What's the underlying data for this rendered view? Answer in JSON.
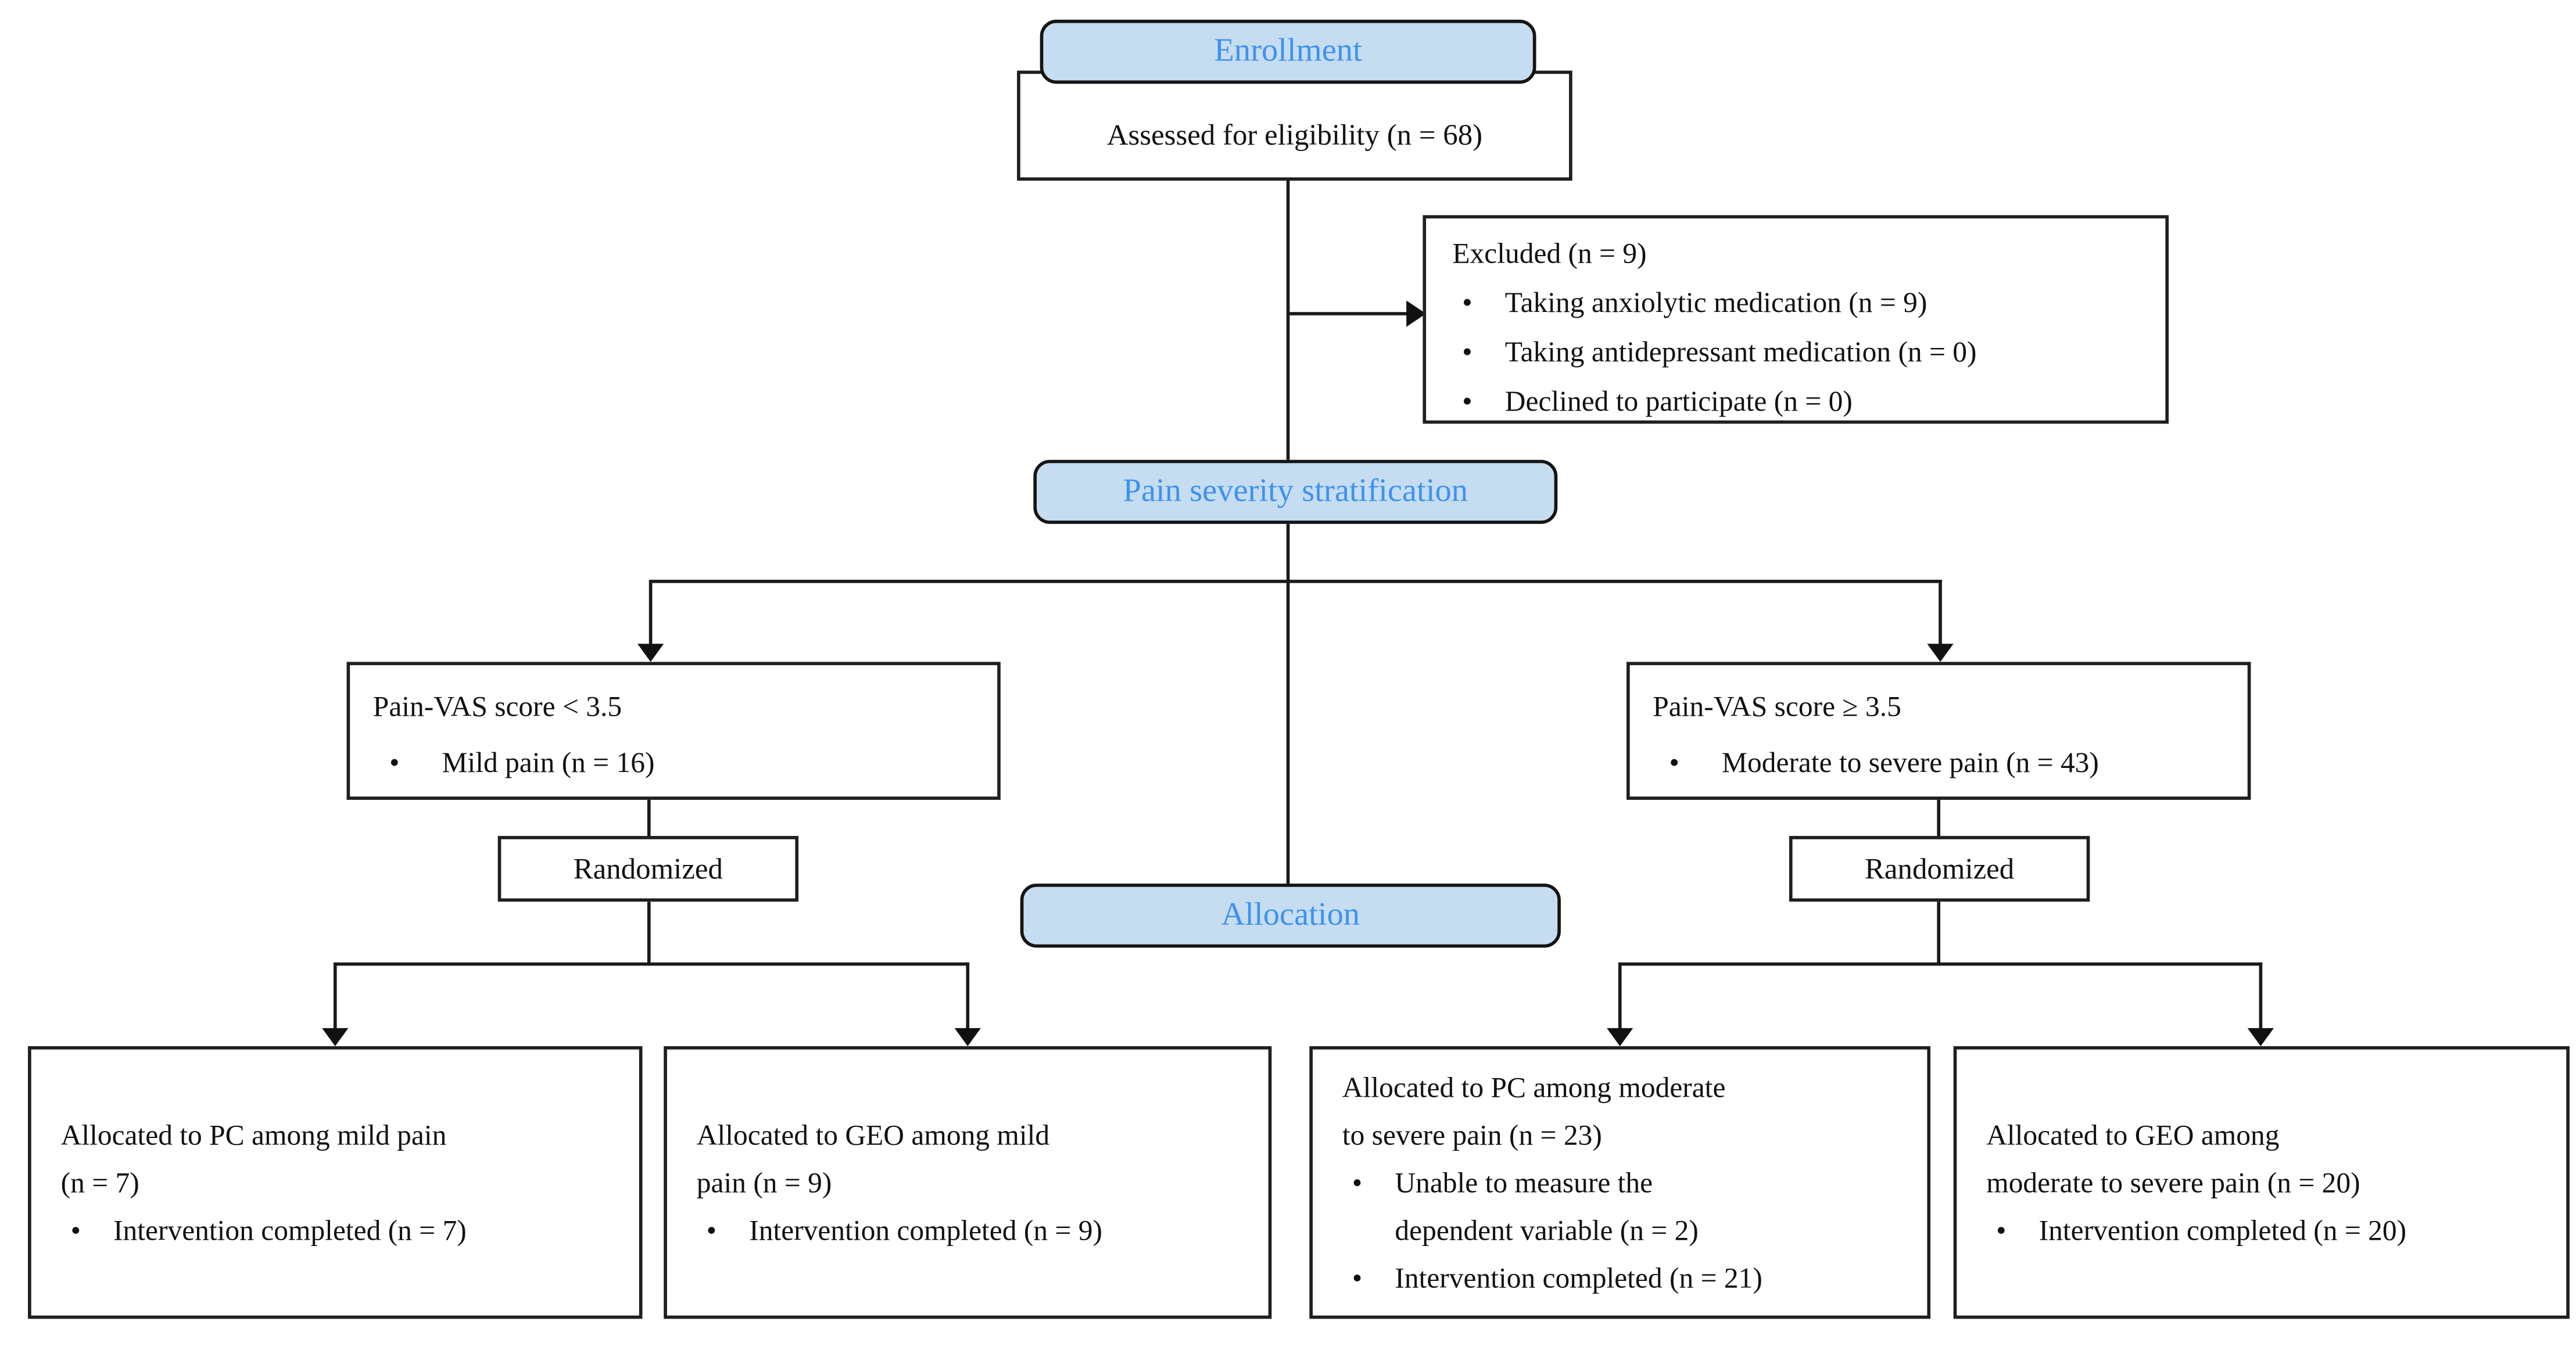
{
  "palette": {
    "pill_bg": "#C5DCF1",
    "pill_text": "#3E92ED",
    "box_border": "#1F1F1F",
    "line_color": "#1A1A1A",
    "page_bg": "#FFFFFF"
  },
  "glyphs": {
    "bullet": "•"
  },
  "pills": {
    "enrollment": "Enrollment",
    "stratification": "Pain severity stratification",
    "allocation": "Allocation"
  },
  "assessed": {
    "text": "Assessed for eligibility (n = 68)"
  },
  "excluded": {
    "title": "Excluded (n = 9)",
    "bullets": [
      "Taking anxiolytic medication (n = 9)",
      "Taking antidepressant medication (n = 0)",
      "Declined to participate (n = 0)"
    ]
  },
  "strata": {
    "mild": {
      "title": "Pain-VAS score < 3.5",
      "bullets": [
        "Mild pain (n = 16)"
      ]
    },
    "severe": {
      "title": "Pain-VAS score ≥ 3.5",
      "bullets": [
        "Moderate to severe pain (n = 43)"
      ]
    }
  },
  "randomized": {
    "left": "Randomized",
    "right": "Randomized"
  },
  "alloc": [
    {
      "title_lines": [
        "Allocated to PC among mild pain",
        "(n = 7)"
      ],
      "bullets": [
        [
          "Intervention completed (n = 7)"
        ]
      ]
    },
    {
      "title_lines": [
        "Allocated to GEO among mild",
        "pain (n = 9)"
      ],
      "bullets": [
        [
          "Intervention completed (n = 9)"
        ]
      ]
    },
    {
      "title_lines": [
        "Allocated to PC among moderate",
        "to severe pain (n = 23)"
      ],
      "bullets": [
        [
          "Unable to measure the",
          "dependent variable (n = 2)"
        ],
        [
          "Intervention completed (n = 21)"
        ]
      ]
    },
    {
      "title_lines": [
        "Allocated to GEO among",
        "moderate to severe pain (n = 20)"
      ],
      "bullets": [
        [
          "Intervention completed (n = 20)"
        ]
      ]
    }
  ]
}
